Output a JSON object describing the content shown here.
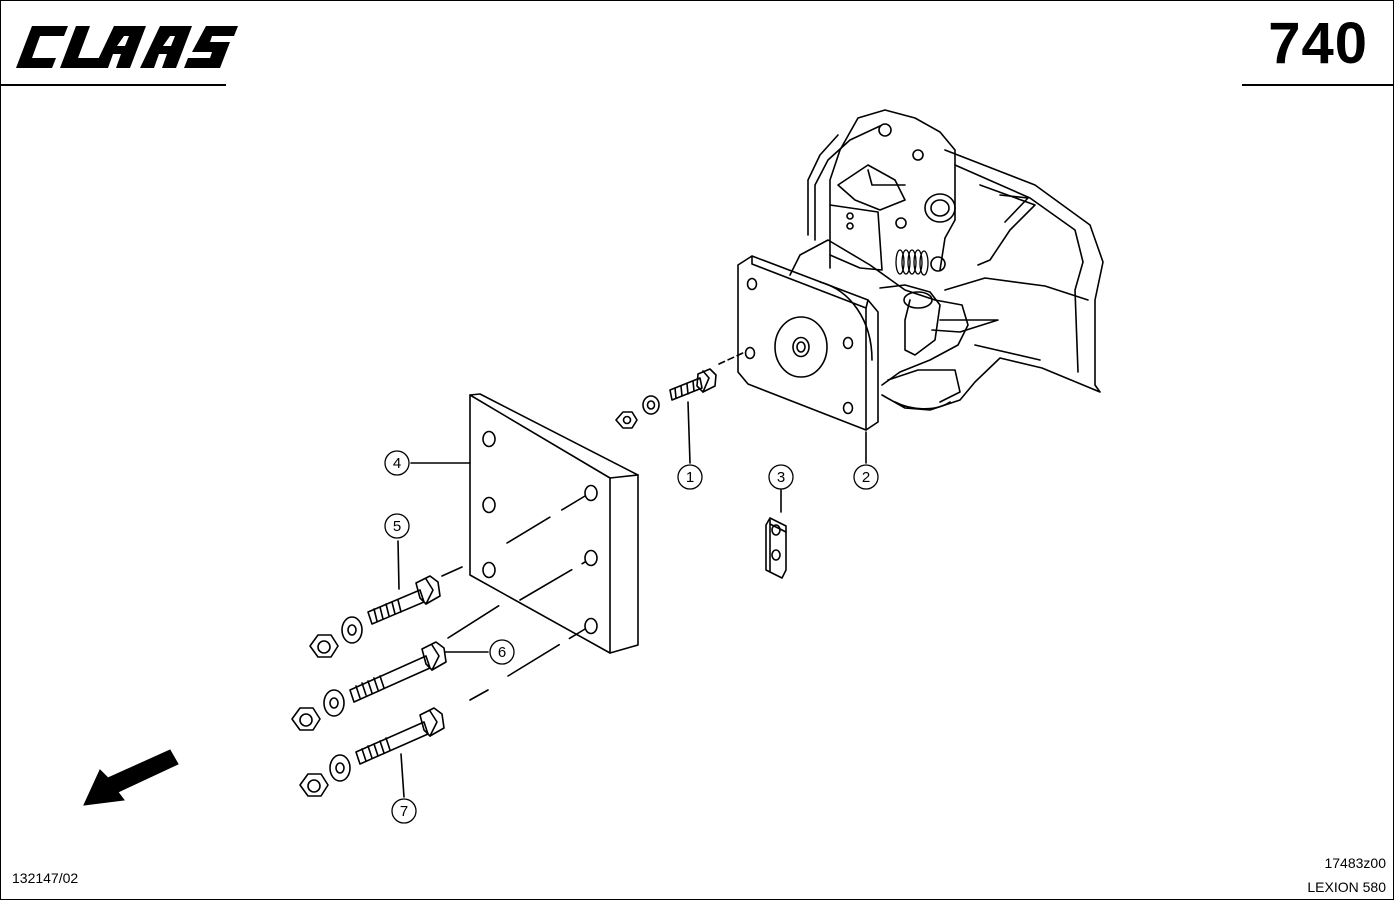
{
  "header": {
    "brand": "CLAAS",
    "page_number": "740"
  },
  "footer": {
    "document_ref": "132147/02",
    "drawing_id": "17483z00",
    "model": "LEXION 580"
  },
  "callouts": [
    "1",
    "2",
    "3",
    "4",
    "5",
    "6",
    "7"
  ]
}
